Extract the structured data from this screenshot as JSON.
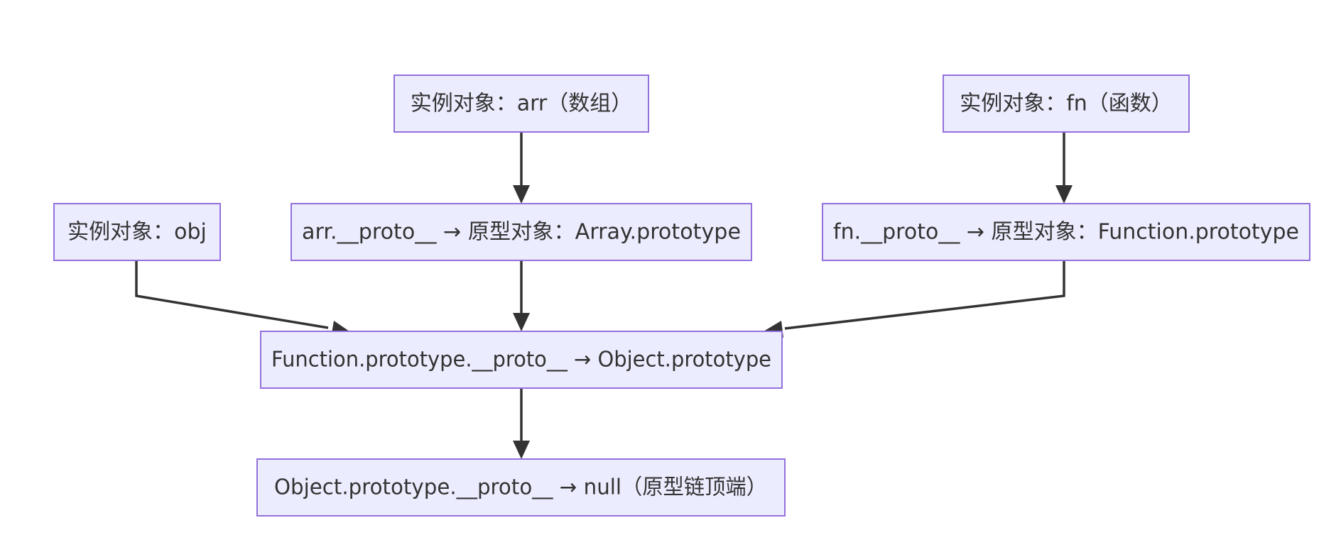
{
  "diagram": {
    "nodes": {
      "arr_instance": "实例对象：arr（数组）",
      "fn_instance": "实例对象：fn（函数）",
      "obj_instance": "实例对象：obj",
      "array_prototype": "arr.__proto__ → 原型对象：Array.prototype",
      "function_prototype": "fn.__proto__ → 原型对象：Function.prototype",
      "object_prototype": "Function.prototype.__proto__ → Object.prototype",
      "null_end": "Object.prototype.__proto__ → null（原型链顶端）"
    },
    "edges": [
      {
        "from": "arr_instance",
        "to": "array_prototype"
      },
      {
        "from": "fn_instance",
        "to": "function_prototype"
      },
      {
        "from": "obj_instance",
        "to": "object_prototype"
      },
      {
        "from": "array_prototype",
        "to": "object_prototype"
      },
      {
        "from": "function_prototype",
        "to": "object_prototype"
      },
      {
        "from": "object_prototype",
        "to": "null_end"
      }
    ],
    "colors": {
      "node_fill": "#ECECFF",
      "node_border": "#9370DB",
      "edge": "#333333",
      "text": "#333333"
    }
  }
}
